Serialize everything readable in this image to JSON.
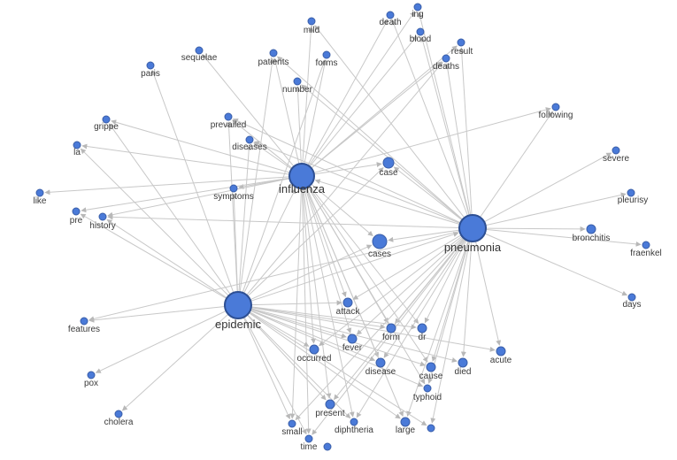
{
  "graph": {
    "nodes": [
      {
        "id": "influenza",
        "label": "influenza",
        "hub": true
      },
      {
        "id": "pneumonia",
        "label": "pneumonia",
        "hub": true
      },
      {
        "id": "epidemic",
        "label": "epidemic",
        "hub": true
      },
      {
        "id": "mild",
        "label": "mild"
      },
      {
        "id": "death",
        "label": "death"
      },
      {
        "id": "ing",
        "label": "ing"
      },
      {
        "id": "blood",
        "label": "blood"
      },
      {
        "id": "result",
        "label": "result"
      },
      {
        "id": "deaths",
        "label": "deaths"
      },
      {
        "id": "sequelae",
        "label": "sequelae"
      },
      {
        "id": "patients",
        "label": "patients"
      },
      {
        "id": "forms",
        "label": "forms"
      },
      {
        "id": "paris",
        "label": "paris"
      },
      {
        "id": "number",
        "label": "number"
      },
      {
        "id": "following",
        "label": "following"
      },
      {
        "id": "grippe",
        "label": "grippe"
      },
      {
        "id": "prevailed",
        "label": "prevailed"
      },
      {
        "id": "diseases",
        "label": "diseases"
      },
      {
        "id": "la",
        "label": "la"
      },
      {
        "id": "severe",
        "label": "severe"
      },
      {
        "id": "case",
        "label": "case"
      },
      {
        "id": "like",
        "label": "like"
      },
      {
        "id": "symptoms",
        "label": "symptoms"
      },
      {
        "id": "pleurisy",
        "label": "pleurisy"
      },
      {
        "id": "pre",
        "label": "pre"
      },
      {
        "id": "history",
        "label": "history"
      },
      {
        "id": "bronchitis",
        "label": "bronchitis"
      },
      {
        "id": "cases",
        "label": "cases"
      },
      {
        "id": "fraenkel",
        "label": "fraenkel"
      },
      {
        "id": "days",
        "label": "days"
      },
      {
        "id": "attack",
        "label": "attack"
      },
      {
        "id": "features",
        "label": "features"
      },
      {
        "id": "form",
        "label": "form"
      },
      {
        "id": "dr",
        "label": "dr"
      },
      {
        "id": "fever",
        "label": "fever"
      },
      {
        "id": "occurred",
        "label": "occurred"
      },
      {
        "id": "acute",
        "label": "acute"
      },
      {
        "id": "disease",
        "label": "disease"
      },
      {
        "id": "died",
        "label": "died"
      },
      {
        "id": "cause",
        "label": "cause"
      },
      {
        "id": "pox",
        "label": "pox"
      },
      {
        "id": "typhoid",
        "label": "typhoid"
      },
      {
        "id": "present",
        "label": "present"
      },
      {
        "id": "cholera",
        "label": "cholera"
      },
      {
        "id": "small",
        "label": "small"
      },
      {
        "id": "diphtheria",
        "label": "diphtheria"
      },
      {
        "id": "large",
        "label": "large"
      },
      {
        "id": "time",
        "label": "time"
      },
      {
        "id": "unlabeled",
        "label": ""
      }
    ],
    "edges": [
      [
        "influenza",
        "mild"
      ],
      [
        "influenza",
        "death"
      ],
      [
        "influenza",
        "ing"
      ],
      [
        "influenza",
        "blood"
      ],
      [
        "influenza",
        "result"
      ],
      [
        "influenza",
        "deaths"
      ],
      [
        "influenza",
        "sequelae"
      ],
      [
        "influenza",
        "patients"
      ],
      [
        "influenza",
        "forms"
      ],
      [
        "influenza",
        "number"
      ],
      [
        "influenza",
        "grippe"
      ],
      [
        "influenza",
        "prevailed"
      ],
      [
        "influenza",
        "diseases"
      ],
      [
        "influenza",
        "la"
      ],
      [
        "influenza",
        "like"
      ],
      [
        "influenza",
        "symptoms"
      ],
      [
        "influenza",
        "pre"
      ],
      [
        "influenza",
        "history"
      ],
      [
        "influenza",
        "case"
      ],
      [
        "influenza",
        "cases"
      ],
      [
        "influenza",
        "following"
      ],
      [
        "influenza",
        "attack"
      ],
      [
        "influenza",
        "form"
      ],
      [
        "influenza",
        "dr"
      ],
      [
        "influenza",
        "fever"
      ],
      [
        "influenza",
        "occurred"
      ],
      [
        "influenza",
        "disease"
      ],
      [
        "influenza",
        "cause"
      ],
      [
        "influenza",
        "present"
      ],
      [
        "influenza",
        "diphtheria"
      ],
      [
        "influenza",
        "large"
      ],
      [
        "influenza",
        "time"
      ],
      [
        "influenza",
        "small"
      ],
      [
        "influenza",
        "typhoid"
      ],
      [
        "pneumonia",
        "mild"
      ],
      [
        "pneumonia",
        "death"
      ],
      [
        "pneumonia",
        "ing"
      ],
      [
        "pneumonia",
        "blood"
      ],
      [
        "pneumonia",
        "result"
      ],
      [
        "pneumonia",
        "deaths"
      ],
      [
        "pneumonia",
        "patients"
      ],
      [
        "pneumonia",
        "number"
      ],
      [
        "pneumonia",
        "prevailed"
      ],
      [
        "pneumonia",
        "diseases"
      ],
      [
        "pneumonia",
        "case"
      ],
      [
        "pneumonia",
        "cases"
      ],
      [
        "pneumonia",
        "following"
      ],
      [
        "pneumonia",
        "severe"
      ],
      [
        "pneumonia",
        "pleurisy"
      ],
      [
        "pneumonia",
        "bronchitis"
      ],
      [
        "pneumonia",
        "fraenkel"
      ],
      [
        "pneumonia",
        "days"
      ],
      [
        "pneumonia",
        "acute"
      ],
      [
        "pneumonia",
        "died"
      ],
      [
        "pneumonia",
        "cause"
      ],
      [
        "pneumonia",
        "typhoid"
      ],
      [
        "pneumonia",
        "dr"
      ],
      [
        "pneumonia",
        "form"
      ],
      [
        "pneumonia",
        "fever"
      ],
      [
        "pneumonia",
        "disease"
      ],
      [
        "pneumonia",
        "attack"
      ],
      [
        "pneumonia",
        "occurred"
      ],
      [
        "pneumonia",
        "present"
      ],
      [
        "pneumonia",
        "diphtheria"
      ],
      [
        "pneumonia",
        "large"
      ],
      [
        "pneumonia",
        "time"
      ],
      [
        "pneumonia",
        "small"
      ],
      [
        "pneumonia",
        "unlabeled"
      ],
      [
        "pneumonia",
        "features"
      ],
      [
        "pneumonia",
        "history"
      ],
      [
        "pneumonia",
        "influenza"
      ],
      [
        "epidemic",
        "paris"
      ],
      [
        "epidemic",
        "grippe"
      ],
      [
        "epidemic",
        "la"
      ],
      [
        "epidemic",
        "pre"
      ],
      [
        "epidemic",
        "history"
      ],
      [
        "epidemic",
        "symptoms"
      ],
      [
        "epidemic",
        "prevailed"
      ],
      [
        "epidemic",
        "diseases"
      ],
      [
        "epidemic",
        "patients"
      ],
      [
        "epidemic",
        "forms"
      ],
      [
        "epidemic",
        "deaths"
      ],
      [
        "epidemic",
        "influenza"
      ],
      [
        "epidemic",
        "features"
      ],
      [
        "epidemic",
        "pox"
      ],
      [
        "epidemic",
        "cholera"
      ],
      [
        "epidemic",
        "attack"
      ],
      [
        "epidemic",
        "form"
      ],
      [
        "epidemic",
        "dr"
      ],
      [
        "epidemic",
        "fever"
      ],
      [
        "epidemic",
        "occurred"
      ],
      [
        "epidemic",
        "disease"
      ],
      [
        "epidemic",
        "cause"
      ],
      [
        "epidemic",
        "died"
      ],
      [
        "epidemic",
        "acute"
      ],
      [
        "epidemic",
        "present"
      ],
      [
        "epidemic",
        "small"
      ],
      [
        "epidemic",
        "time"
      ],
      [
        "epidemic",
        "diphtheria"
      ],
      [
        "epidemic",
        "large"
      ],
      [
        "epidemic",
        "unlabeled"
      ],
      [
        "epidemic",
        "typhoid"
      ],
      [
        "epidemic",
        "case"
      ],
      [
        "epidemic",
        "cases"
      ],
      [
        "epidemic",
        "pneumonia"
      ]
    ]
  }
}
